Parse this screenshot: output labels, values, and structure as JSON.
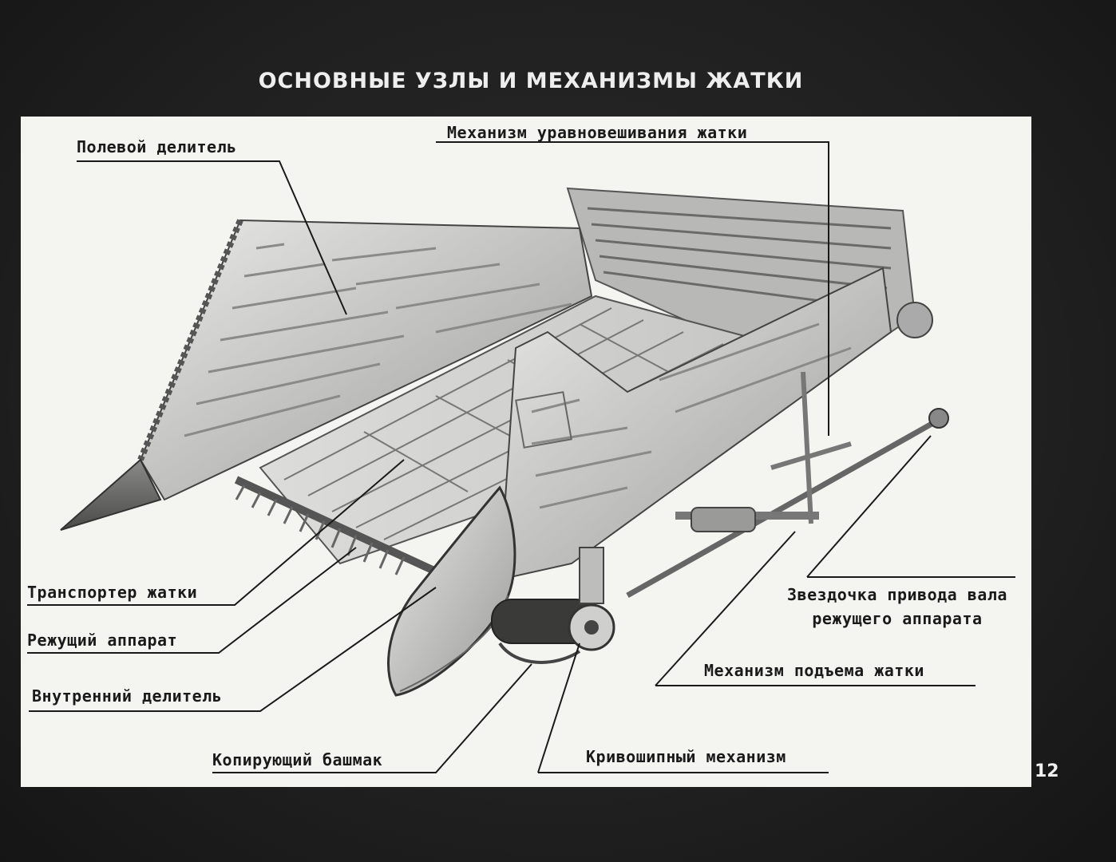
{
  "slide": {
    "title": "ОСНОВНЫЕ УЗЛЫ И МЕХАНИЗМЫ ЖАТКИ",
    "page_number": "12"
  },
  "labels": {
    "field_divider": "Полевой делитель",
    "balancing_mechanism": "Механизм уравновешивания жатки",
    "header_conveyor": "Транспортер жатки",
    "cutting_apparatus": "Режущий аппарат",
    "inner_divider": "Внутренний делитель",
    "copying_shoe": "Копирующий башмак",
    "crank_mechanism": "Кривошипный механизм",
    "lifting_mechanism": "Механизм подъема жатки",
    "drive_sprocket_line1": "Звездочка привода вала",
    "drive_sprocket_line2": "режущего аппарата"
  },
  "colors": {
    "background": "#1c1c1c",
    "panel": "#f4f4f1",
    "ink": "#1a1a1a"
  }
}
